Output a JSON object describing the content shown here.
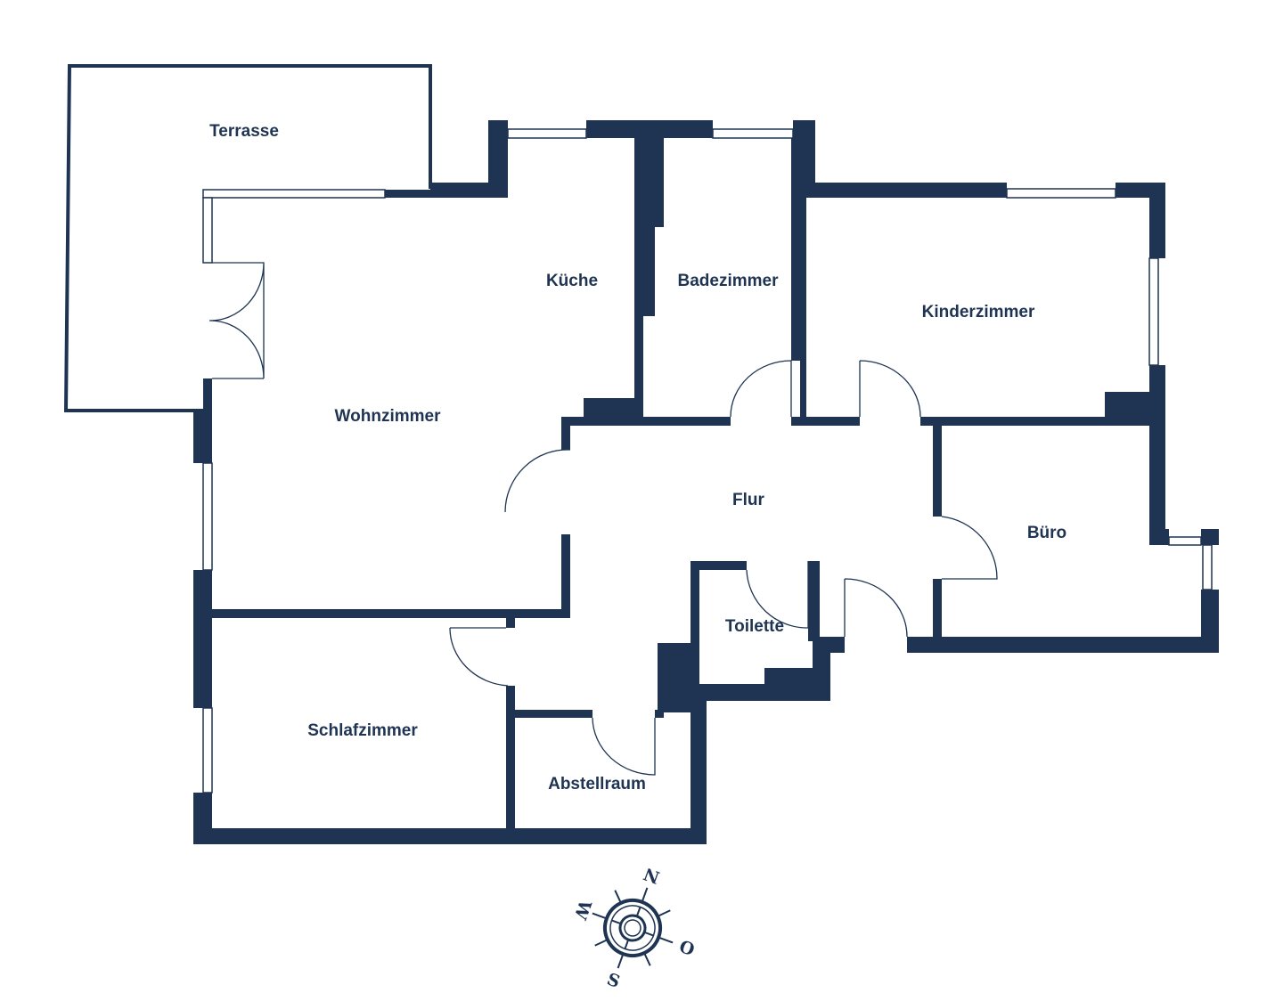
{
  "rooms": {
    "terrace": "Terrasse",
    "kitchen": "Küche",
    "bathroom": "Badezimmer",
    "kids_room": "Kinderzimmer",
    "living_room": "Wohnzimmer",
    "hallway": "Flur",
    "office": "Büro",
    "toilet": "Toilette",
    "bedroom": "Schlafzimmer",
    "storage": "Abstellraum"
  },
  "compass": {
    "north": "N",
    "east": "O",
    "south": "S",
    "west": "W"
  },
  "colors": {
    "wall": "#1e3452",
    "background": "#ffffff"
  }
}
